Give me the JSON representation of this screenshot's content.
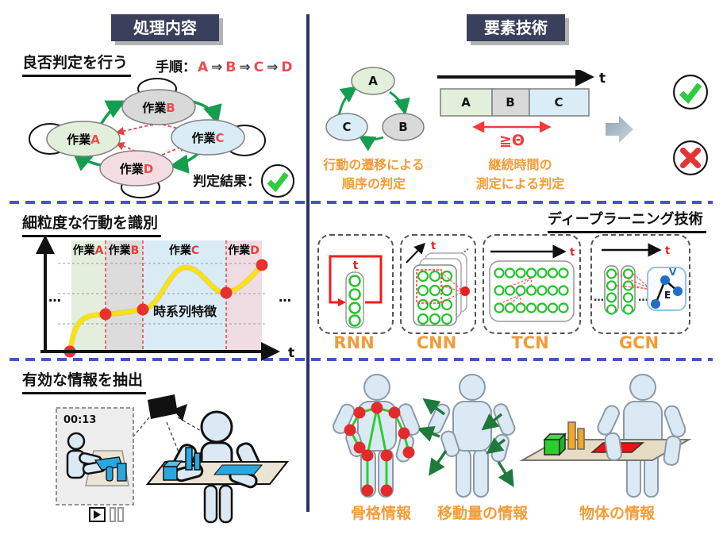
{
  "headers": {
    "left": "処理内容",
    "right": "要素技術"
  },
  "judgment": {
    "title": "良否判定を行う",
    "procedure_label": "手順：",
    "steps": [
      "A",
      "B",
      "C",
      "D"
    ],
    "step_arrow": "⇒",
    "work_prefix": "作業",
    "state_letters": [
      "A",
      "B",
      "C",
      "D"
    ],
    "result_label": "判定結果："
  },
  "transition_tech": {
    "cycle_nodes": [
      "A",
      "B",
      "C"
    ],
    "caption_line1": "行動の遷移による",
    "caption_line2": "順序の判定"
  },
  "duration_tech": {
    "t_label": "t",
    "segments": [
      "A",
      "B",
      "C"
    ],
    "threshold": "≧Θ",
    "caption_line1": "継続時間の",
    "caption_line2": "測定による判定"
  },
  "recognition": {
    "title": "細粒度な行動を識別",
    "work_prefix": "作業",
    "region_letters": [
      "A",
      "B",
      "C",
      "D"
    ],
    "feature_label": "時系列特徴",
    "t_label": "t",
    "ellipsis": "…"
  },
  "deep_learning": {
    "title": "ディープラーニング技術",
    "models": [
      "RNN",
      "CNN",
      "TCN",
      "GCN"
    ],
    "t_label": "t",
    "ellipsis": "…",
    "graph_v": "V",
    "graph_e": "E"
  },
  "extraction": {
    "title": "有効な情報を抽出",
    "timestamp": "00:13"
  },
  "features": {
    "labels": [
      "骨格情報",
      "移動量の情報",
      "物体の情報"
    ]
  },
  "colors": {
    "header_navy": "#3a3f5c",
    "divider_navy": "#2b3263",
    "separator_blue": "#4a52c8",
    "accent_red": "#ef4a4e",
    "green_arrow": "#169e50",
    "orange_label": "#f29c38",
    "node_green": "#22c32a",
    "graph_blue": "#1f6fc4",
    "check_green": "#2ecc3f",
    "cross_red": "#e53434",
    "curve_yellow": "#fce303",
    "state_a_fill": "#e2efda",
    "state_b_fill": "#d9d9d9",
    "state_c_fill": "#daedf6",
    "state_d_fill": "#f3dde2"
  }
}
